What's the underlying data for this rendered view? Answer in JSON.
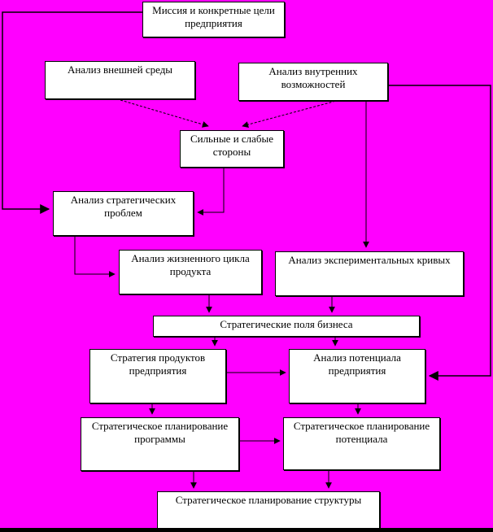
{
  "colors": {
    "background": "#FF00FF",
    "node_fill": "#FFFFFF",
    "node_border": "#000000",
    "connector": "#000000"
  },
  "diagram": {
    "nodes": [
      {
        "id": "mission",
        "label": "Миссия и конкретные цели предприятия"
      },
      {
        "id": "external-analysis",
        "label": "Анализ внешней среды"
      },
      {
        "id": "internal-analysis",
        "label": "Анализ внутренних возможностей"
      },
      {
        "id": "strengths-weaknesses",
        "label": "Сильные и слабые стороны"
      },
      {
        "id": "strategic-problems",
        "label": "Анализ стратегических проблем"
      },
      {
        "id": "product-lifecycle",
        "label": "Анализ жизненного цикла продукта"
      },
      {
        "id": "experimental-curves",
        "label": "Анализ экспериментальных кривых"
      },
      {
        "id": "business-fields",
        "label": "Стратегические поля бизнеса"
      },
      {
        "id": "product-strategy",
        "label": "Стратегия продуктов предприятия"
      },
      {
        "id": "potential-analysis",
        "label": "Анализ потенциала предприятия"
      },
      {
        "id": "program-planning",
        "label": "Стратегическое планирование программы"
      },
      {
        "id": "potential-planning",
        "label": "Стратегическое планирование потенциала"
      },
      {
        "id": "structure-planning",
        "label": "Стратегическое планирование структуры"
      }
    ],
    "edges": [
      {
        "from": "mission",
        "to": "strategic-problems",
        "style": "solid"
      },
      {
        "from": "external-analysis",
        "to": "strengths-weaknesses",
        "style": "dashed"
      },
      {
        "from": "internal-analysis",
        "to": "strengths-weaknesses",
        "style": "dashed"
      },
      {
        "from": "internal-analysis",
        "to": "experimental-curves",
        "style": "solid"
      },
      {
        "from": "internal-analysis",
        "to": "potential-analysis",
        "style": "solid"
      },
      {
        "from": "strengths-weaknesses",
        "to": "strategic-problems",
        "style": "solid"
      },
      {
        "from": "strategic-problems",
        "to": "product-lifecycle",
        "style": "solid"
      },
      {
        "from": "product-lifecycle",
        "to": "business-fields",
        "style": "solid"
      },
      {
        "from": "experimental-curves",
        "to": "business-fields",
        "style": "solid"
      },
      {
        "from": "business-fields",
        "to": "product-strategy",
        "style": "solid"
      },
      {
        "from": "business-fields",
        "to": "potential-analysis",
        "style": "solid"
      },
      {
        "from": "product-strategy",
        "to": "potential-analysis",
        "style": "solid"
      },
      {
        "from": "product-strategy",
        "to": "program-planning",
        "style": "solid"
      },
      {
        "from": "potential-analysis",
        "to": "potential-planning",
        "style": "solid"
      },
      {
        "from": "program-planning",
        "to": "potential-planning",
        "style": "solid"
      },
      {
        "from": "program-planning",
        "to": "structure-planning",
        "style": "solid"
      },
      {
        "from": "potential-planning",
        "to": "structure-planning",
        "style": "solid"
      }
    ]
  }
}
